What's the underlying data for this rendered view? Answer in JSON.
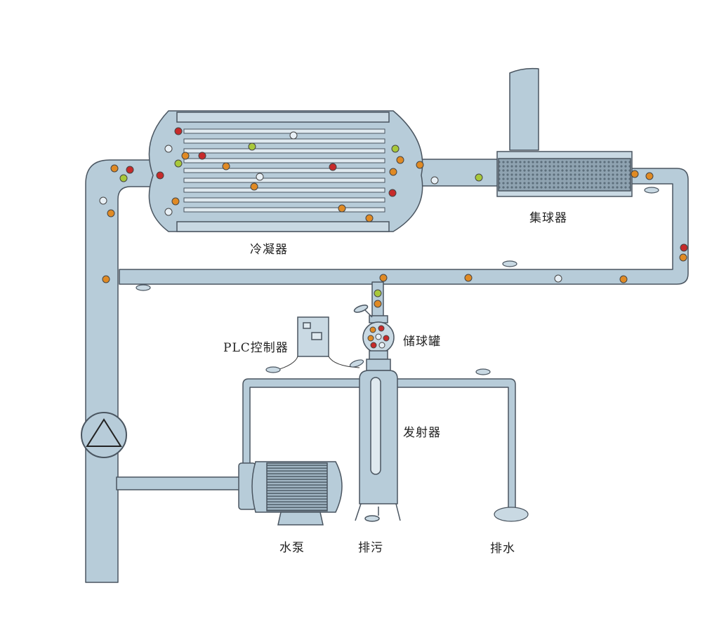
{
  "labels": {
    "condenser": "冷凝器",
    "ball_collector": "集球器",
    "plc_controller": "PLC控制器",
    "ball_tank": "储球罐",
    "launcher": "发射器",
    "water_pump": "水泵",
    "sewage": "排污",
    "drainage": "排水"
  },
  "colors": {
    "pipe_fill": "#b7ccd9",
    "pipe_stroke": "#4a5560",
    "ball_red": "#c62a2a",
    "ball_orange": "#e08a24",
    "ball_green": "#a8c83a",
    "ball_white": "#e8f0f6"
  },
  "icons": [
    "pump-triangle-icon",
    "plc-box-icon",
    "valve-icon"
  ]
}
